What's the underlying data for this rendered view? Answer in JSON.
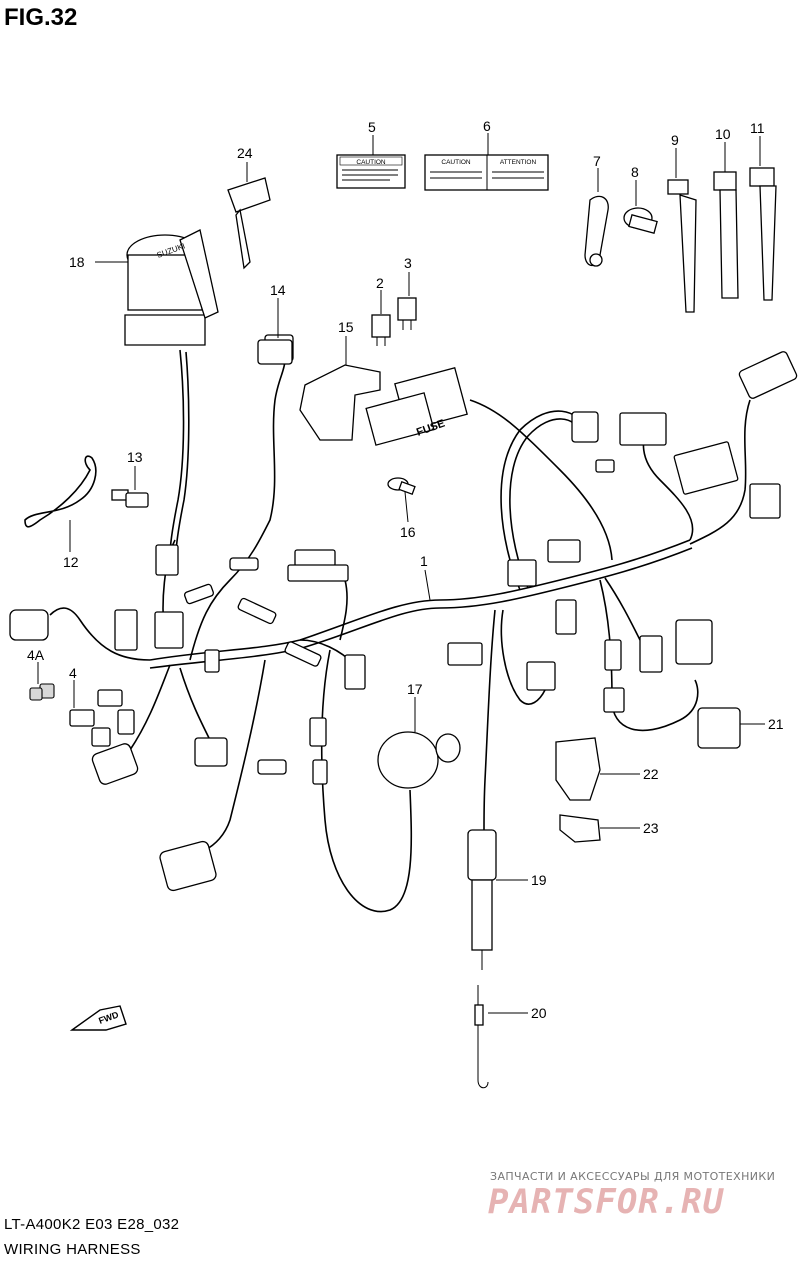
{
  "figure": {
    "title": "FIG.32"
  },
  "callouts": [
    "1",
    "2",
    "3",
    "4",
    "4A",
    "5",
    "6",
    "7",
    "8",
    "9",
    "10",
    "11",
    "12",
    "13",
    "14",
    "15",
    "16",
    "17",
    "18",
    "19",
    "20",
    "21",
    "22",
    "23",
    "24"
  ],
  "labels": {
    "caution_label_5": "CAUTION",
    "caution_label_6a": "CAUTION",
    "caution_label_6b": "ATTENTION",
    "fuse_text": "FUSE",
    "fwd_arrow": "FWD",
    "ignition_brand": "SUZUKI"
  },
  "footer": {
    "model_code": "LT-A400K2 E03 E28_032",
    "section_name": "WIRING HARNESS"
  },
  "watermark": {
    "tagline": "ЗАПЧАСТИ И АКСЕССУАРЫ ДЛЯ МОТОТЕХНИКИ",
    "logo": "PARTSFOR.RU"
  }
}
